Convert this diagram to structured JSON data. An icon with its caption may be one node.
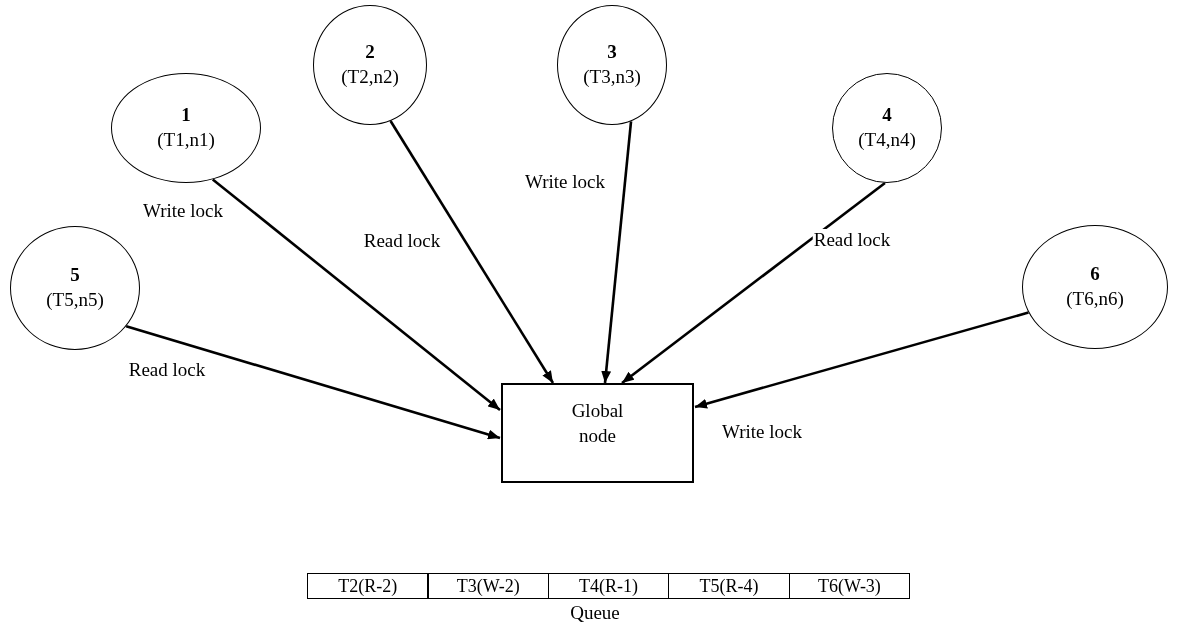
{
  "diagram": {
    "nodes": [
      {
        "text": [
          "1",
          "(T1,n1)"
        ]
      },
      {
        "text": [
          "2",
          "(T2,n2)"
        ]
      },
      {
        "text": [
          "3",
          "(T3,n3)"
        ]
      },
      {
        "text": [
          "4",
          "(T4,n4)"
        ]
      },
      {
        "text": [
          "5",
          "(T5,n5)"
        ]
      },
      {
        "text": [
          "6",
          "(T6,n6)"
        ]
      },
      {
        "text": [
          "Global node"
        ]
      }
    ],
    "edges": [
      {
        "from": 0,
        "to": 6,
        "arrow": "to",
        "label": "Write lock"
      },
      {
        "from": 1,
        "to": 6,
        "arrow": "to",
        "label": "Read lock"
      },
      {
        "from": 2,
        "to": 6,
        "arrow": "to",
        "label": "Write lock"
      },
      {
        "from": 3,
        "to": 6,
        "arrow": "to",
        "label": "Read lock"
      },
      {
        "from": 4,
        "to": 6,
        "arrow": "to",
        "label": "Read lock"
      },
      {
        "from": 5,
        "to": 6,
        "arrow": "to",
        "label": "Write lock"
      }
    ],
    "labels": [
      "T2(R-2)",
      "T3(W-2)",
      "T4(R-1)",
      "T5(R-4)",
      "T6(W-3)",
      "Queue"
    ]
  }
}
